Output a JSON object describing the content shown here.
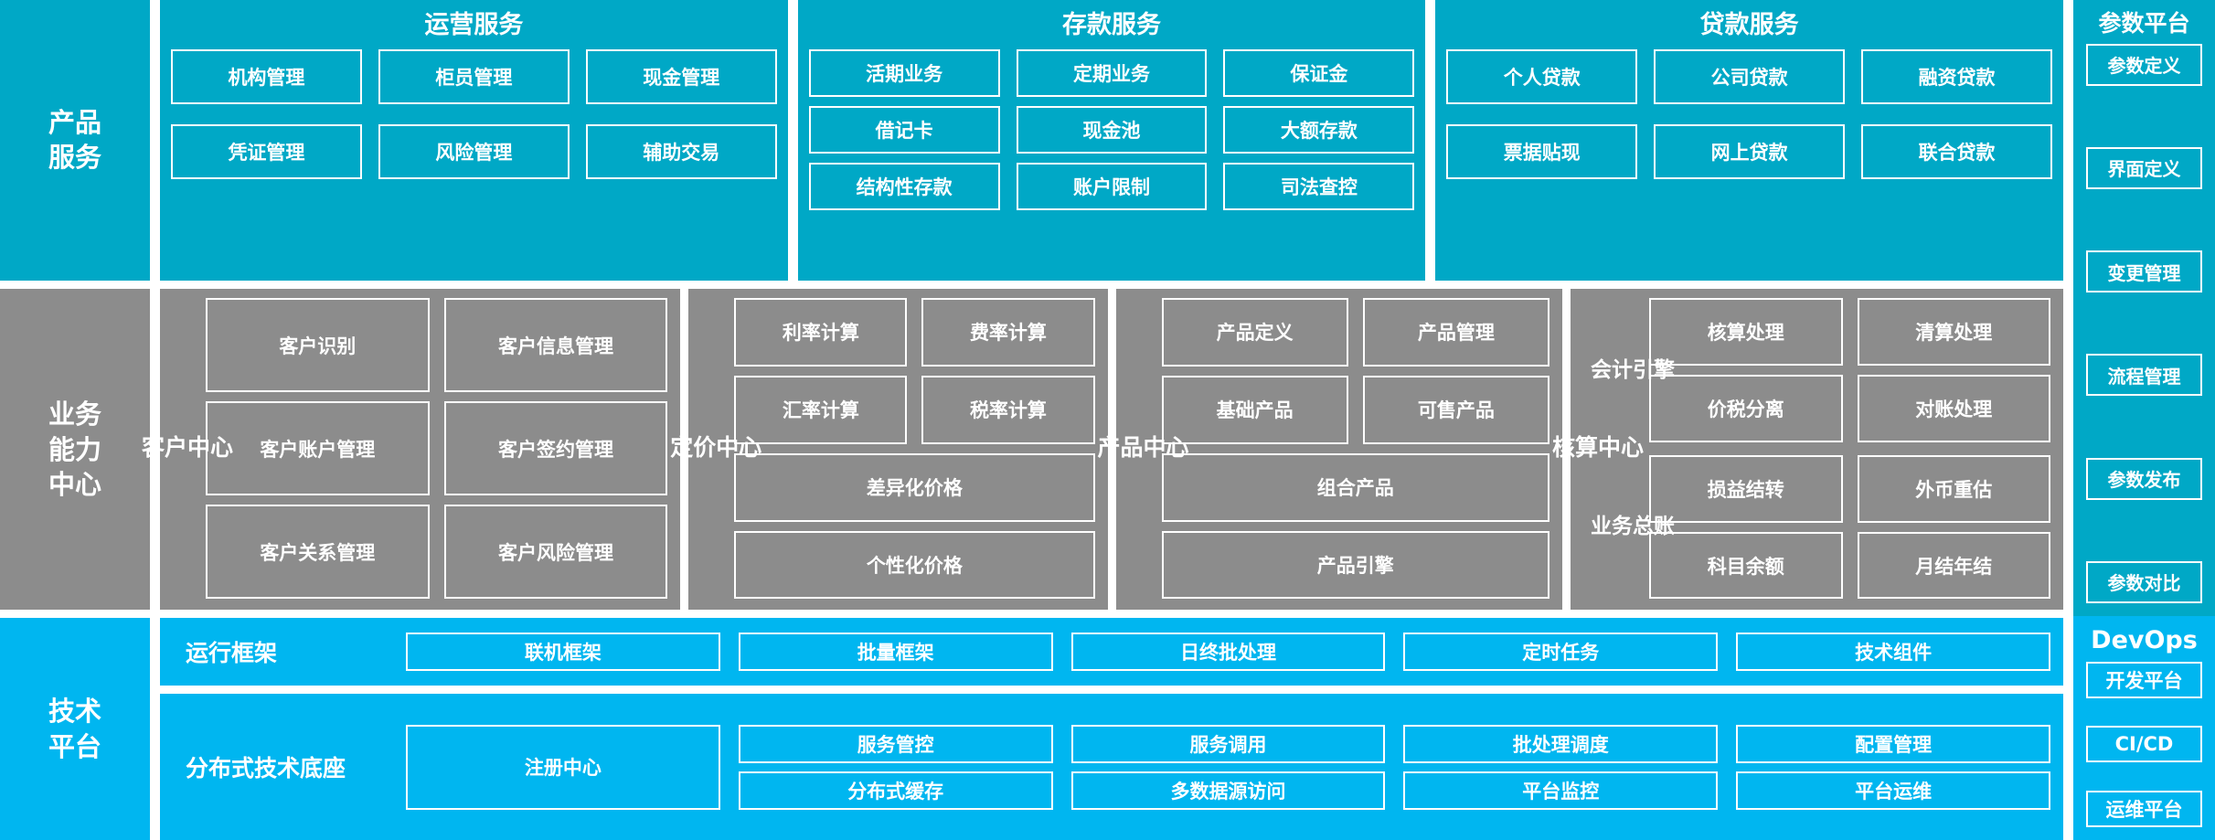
{
  "layers": {
    "product_service": "产品\n服务",
    "business_capability": "业务\n能力\n中心",
    "tech_platform": "技术\n平台"
  },
  "product_groups": [
    {
      "name": "operation-services",
      "title": "运营服务",
      "cells": [
        "机构管理",
        "柜员管理",
        "现金管理",
        "凭证管理",
        "风险管理",
        "辅助交易"
      ]
    },
    {
      "name": "deposit-services",
      "title": "存款服务",
      "cells": [
        "活期业务",
        "定期业务",
        "保证金",
        "借记卡",
        "现金池",
        "大额存款",
        "结构性存款",
        "账户限制",
        "司法查控"
      ]
    },
    {
      "name": "loan-services",
      "title": "贷款服务",
      "cells": [
        "个人贷款",
        "公司贷款",
        "融资贷款",
        "票据贴现",
        "网上贷款",
        "联合贷款"
      ]
    }
  ],
  "param_platform": {
    "title": "参数平台",
    "items": [
      "参数定义",
      "界面定义",
      "变更管理",
      "流程管理",
      "参数发布",
      "参数对比"
    ]
  },
  "capability_centers": [
    {
      "name": "customer-center",
      "label": "客户中心",
      "pairs": [
        [
          "客户识别",
          "客户信息管理"
        ],
        [
          "客户账户管理",
          "客户签约管理"
        ],
        [
          "客户关系管理",
          "客户风险管理"
        ]
      ],
      "full": []
    },
    {
      "name": "pricing-center",
      "label": "定价中心",
      "pairs": [
        [
          "利率计算",
          "费率计算"
        ],
        [
          "汇率计算",
          "税率计算"
        ]
      ],
      "full": [
        "差异化价格",
        "个性化价格"
      ]
    },
    {
      "name": "product-center",
      "label": "产品中心",
      "pairs": [
        [
          "产品定义",
          "产品管理"
        ],
        [
          "基础产品",
          "可售产品"
        ]
      ],
      "full": [
        "组合产品",
        "产品引擎"
      ]
    }
  ],
  "accounting_center": {
    "label": "核算中心",
    "blocks": [
      {
        "name": "accounting-engine",
        "label": "会计引擎",
        "cells": [
          "核算处理",
          "清算处理",
          "价税分离",
          "对账处理"
        ]
      },
      {
        "name": "business-ledger",
        "label": "业务总账",
        "cells": [
          "损益结转",
          "外币重估",
          "科目余额",
          "月结年结"
        ]
      }
    ]
  },
  "tech_rows": [
    {
      "name": "runtime-framework",
      "label": "运行框架",
      "cells": [
        "联机框架",
        "批量框架",
        "日终批处理",
        "定时任务",
        "技术组件"
      ]
    },
    {
      "name": "distributed-base",
      "label": "分布式技术底座",
      "tall_cell": "注册中心",
      "cells": [
        "服务管控",
        "服务调用",
        "批处理调度",
        "配置管理",
        "分布式缓存",
        "多数据源访问",
        "平台监控",
        "平台运维"
      ]
    }
  ],
  "devops": {
    "title": "DevOps",
    "items": [
      "开发平台",
      "CI/CD",
      "运维平台"
    ]
  },
  "colors": {
    "teal": "#00a8c6",
    "gray": "#8c8c8c",
    "blue": "#00b6f0",
    "border": "#ffffff",
    "background": "#ffffff"
  }
}
